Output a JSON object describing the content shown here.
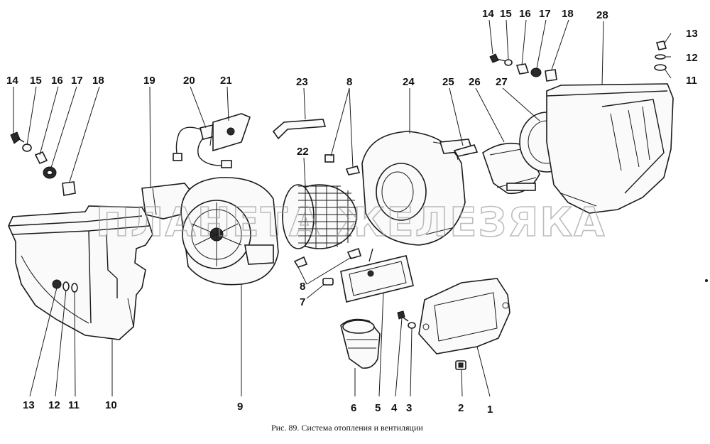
{
  "caption": "Рис. 89. Система отопления и вентиляции",
  "watermark": "ПЛАНЕТА ЖЕЛЕЗЯКА",
  "callouts": [
    {
      "id": "l14a",
      "text": "14"
    },
    {
      "id": "l15a",
      "text": "15"
    },
    {
      "id": "l16a",
      "text": "16"
    },
    {
      "id": "l17a",
      "text": "17"
    },
    {
      "id": "l18a",
      "text": "18"
    },
    {
      "id": "l19",
      "text": "19"
    },
    {
      "id": "l20",
      "text": "20"
    },
    {
      "id": "l21",
      "text": "21"
    },
    {
      "id": "l23",
      "text": "23"
    },
    {
      "id": "l8a",
      "text": "8"
    },
    {
      "id": "l22",
      "text": "22"
    },
    {
      "id": "l24",
      "text": "24"
    },
    {
      "id": "l25",
      "text": "25"
    },
    {
      "id": "l26",
      "text": "26"
    },
    {
      "id": "l27",
      "text": "27"
    },
    {
      "id": "l28",
      "text": "28"
    },
    {
      "id": "l14b",
      "text": "14"
    },
    {
      "id": "l15b",
      "text": "15"
    },
    {
      "id": "l16b",
      "text": "16"
    },
    {
      "id": "l17b",
      "text": "17"
    },
    {
      "id": "l18b",
      "text": "18"
    },
    {
      "id": "l13b",
      "text": "13"
    },
    {
      "id": "l12b",
      "text": "12"
    },
    {
      "id": "l11b",
      "text": "11"
    },
    {
      "id": "l8b",
      "text": "8"
    },
    {
      "id": "l7",
      "text": "7"
    },
    {
      "id": "l13a",
      "text": "13"
    },
    {
      "id": "l12a",
      "text": "12"
    },
    {
      "id": "l11a",
      "text": "11"
    },
    {
      "id": "l10",
      "text": "10"
    },
    {
      "id": "l9",
      "text": "9"
    },
    {
      "id": "l6",
      "text": "6"
    },
    {
      "id": "l5",
      "text": "5"
    },
    {
      "id": "l4",
      "text": "4"
    },
    {
      "id": "l3",
      "text": "3"
    },
    {
      "id": "l2",
      "text": "2"
    },
    {
      "id": "l1",
      "text": "1"
    }
  ]
}
